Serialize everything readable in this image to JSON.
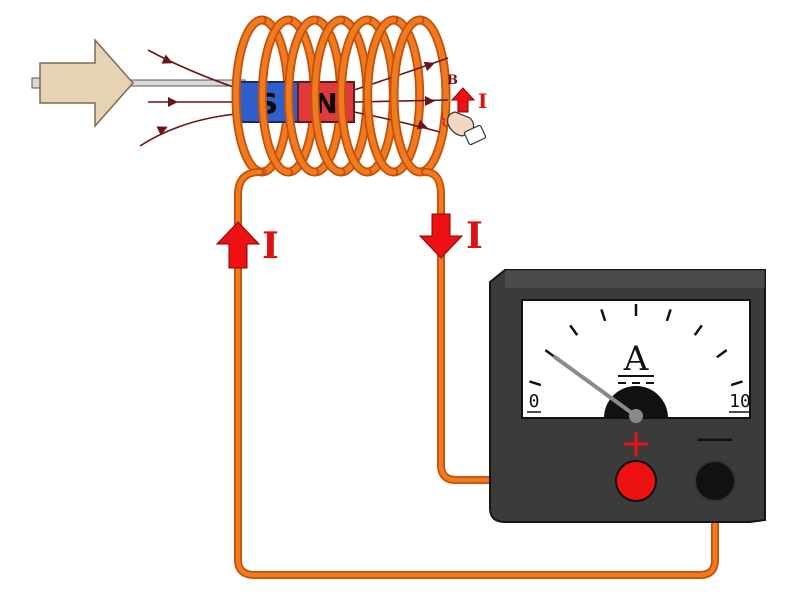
{
  "magnet": {
    "south_label": "S",
    "north_label": "N",
    "south_color": "#2f5fc9",
    "north_color": "#e03a3a"
  },
  "coil": {
    "turns": 7,
    "wire_color": "#f07a1e",
    "wire_outline": "#c4500a"
  },
  "field_label": "B",
  "current_label": "I",
  "current_arrow_color": "#ee1111",
  "field_line_color": "#6b1414",
  "motion_arrow_color": "#e8d2b4",
  "ammeter": {
    "unit_label": "A",
    "scale_min": "0",
    "scale_max": "10",
    "positive_terminal_label": "+",
    "negative_terminal_label": "—",
    "positive_terminal_color": "#ee1111",
    "negative_terminal_color": "#111111",
    "needle_value": 2,
    "scale_range": [
      0,
      10
    ]
  }
}
